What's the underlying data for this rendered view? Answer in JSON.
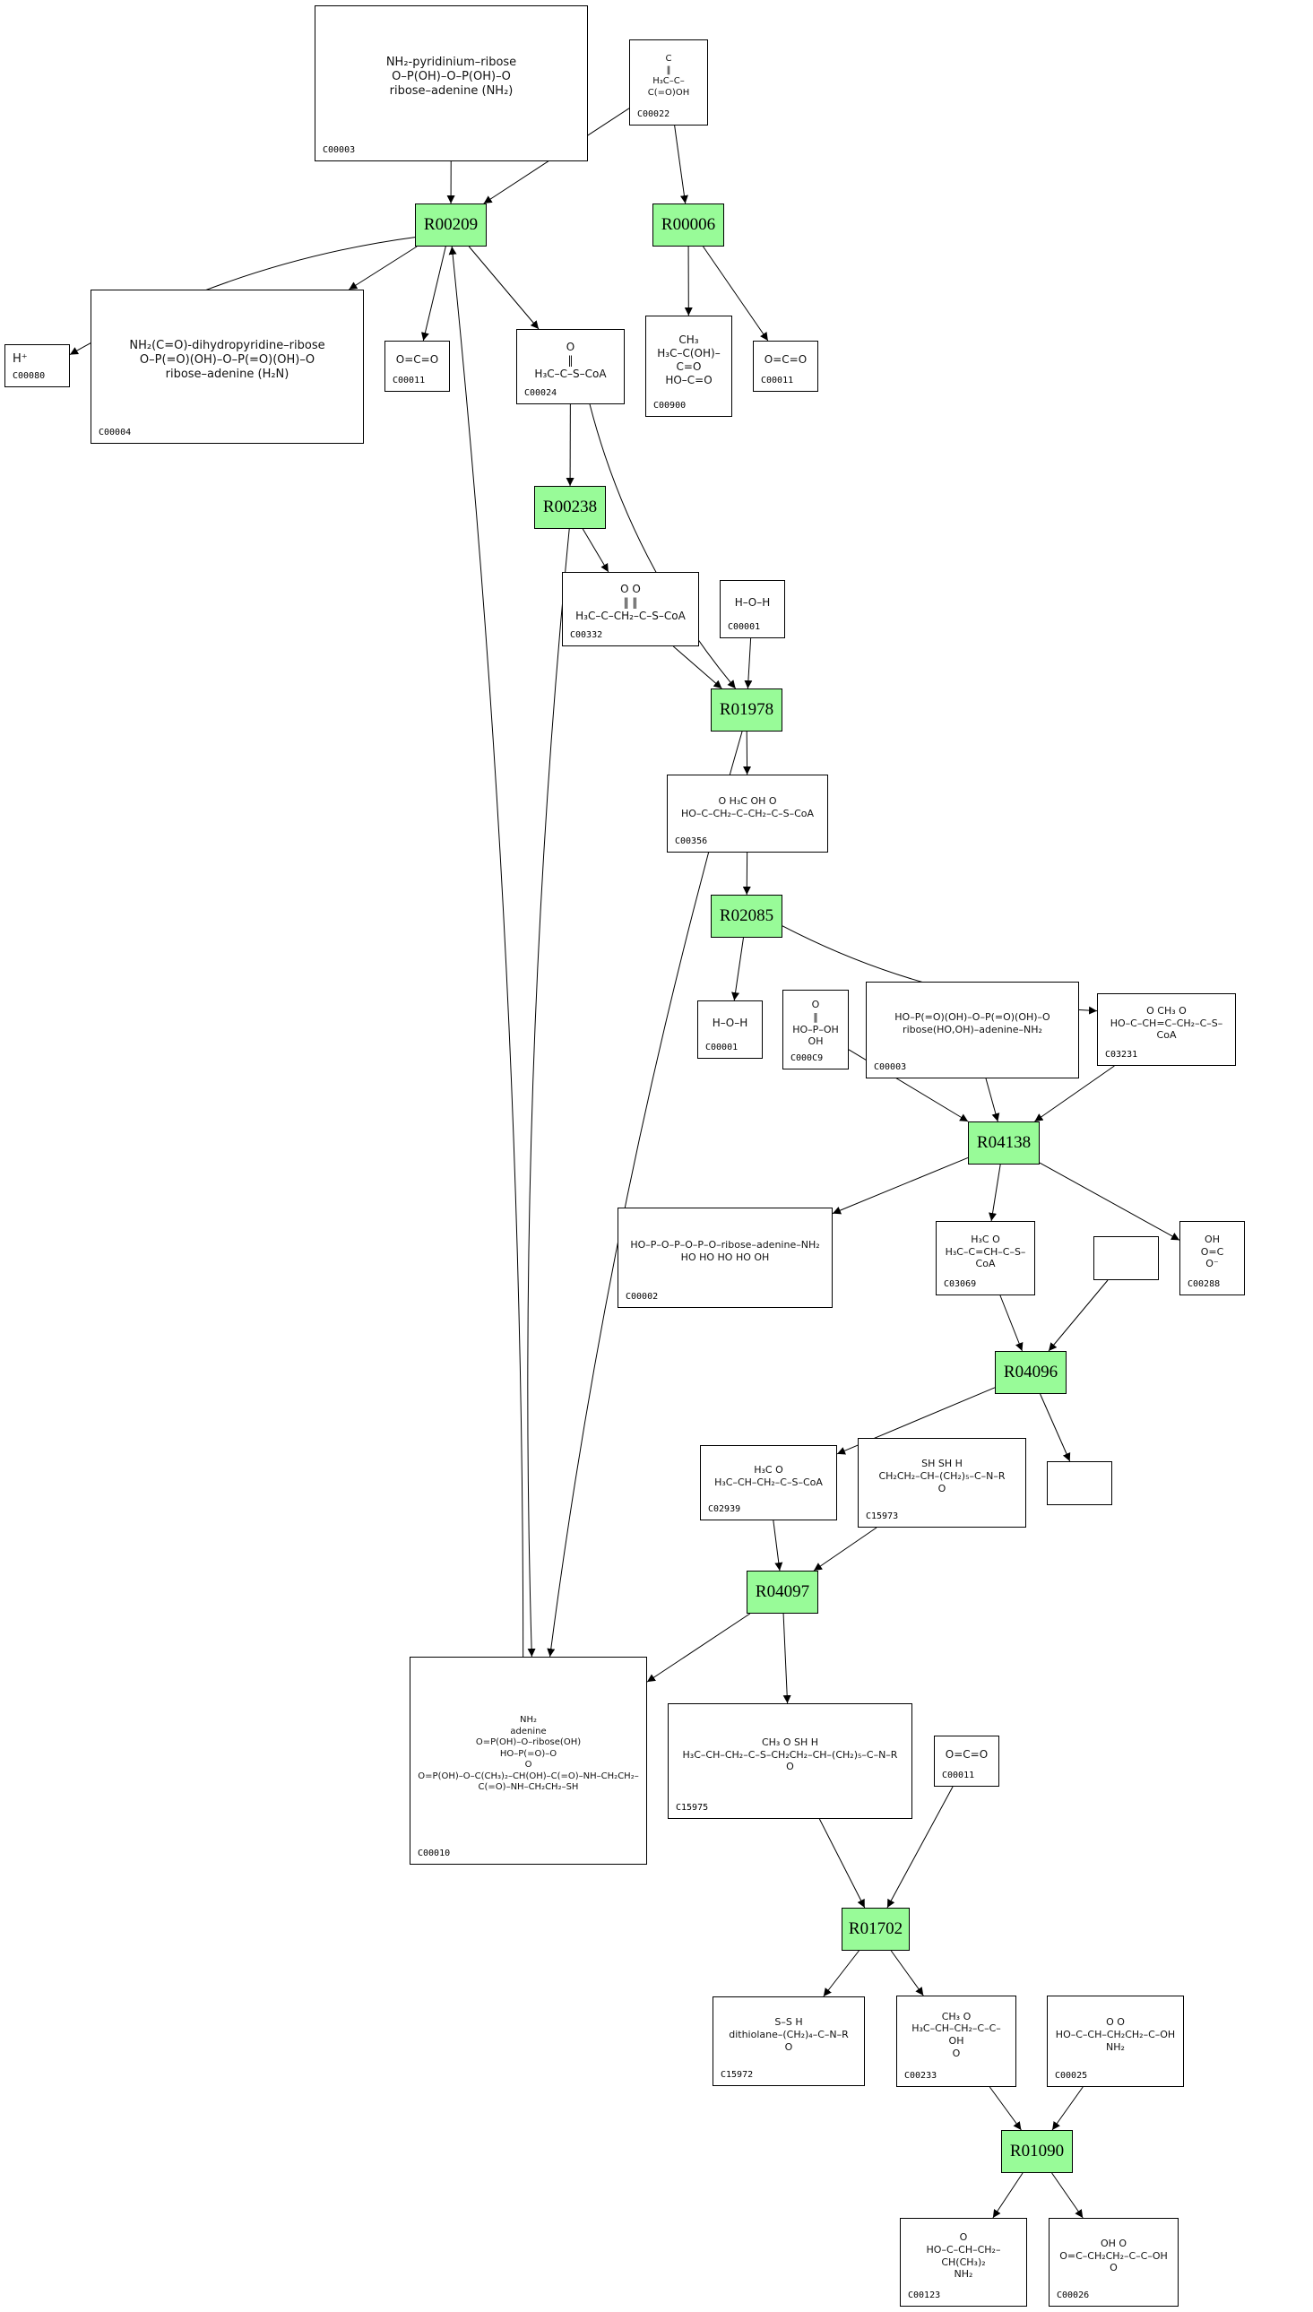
{
  "diagram": {
    "type": "metabolic reaction network",
    "reaction_color": "#98fb98",
    "reactions": [
      {
        "id": "R00209",
        "label": "R00209"
      },
      {
        "id": "R00006",
        "label": "R00006"
      },
      {
        "id": "R00238",
        "label": "R00238"
      },
      {
        "id": "R01978",
        "label": "R01978"
      },
      {
        "id": "R02085",
        "label": "R02085"
      },
      {
        "id": "R04138",
        "label": "R04138"
      },
      {
        "id": "R04096",
        "label": "R04096"
      },
      {
        "id": "R04097",
        "label": "R04097"
      },
      {
        "id": "R01702",
        "label": "R01702"
      },
      {
        "id": "R01090",
        "label": "R01090"
      }
    ],
    "compounds": [
      {
        "key": "c00003_top",
        "id": "C00003",
        "structure": "NAD+ (nicotinamide–ribose–P–P–ribose–adenine)"
      },
      {
        "key": "c00022",
        "id": "C00022",
        "structure": "H3C–C(=C)–COOH"
      },
      {
        "key": "c00080",
        "id": "C00080",
        "structure": "H+"
      },
      {
        "key": "c00004",
        "id": "C00004",
        "structure": "NADH (dihydronicotinamide–ribose–P–P–ribose–adenine)"
      },
      {
        "key": "c00011_a",
        "id": "C00011",
        "structure": "O=C=O"
      },
      {
        "key": "c00024",
        "id": "C00024",
        "structure": "H3C–C(=O)–S–CoA"
      },
      {
        "key": "c00900",
        "id": "C00900",
        "structure": "H3C–C(OH)–C(=O)CH3 + HO–C=O"
      },
      {
        "key": "c00011_b",
        "id": "C00011",
        "structure": "O=C=O"
      },
      {
        "key": "c00332",
        "id": "C00332",
        "structure": "H3C–CO–CH2–CO–S–CoA"
      },
      {
        "key": "c00001_a",
        "id": "C00001",
        "structure": "H–O–H"
      },
      {
        "key": "c00356",
        "id": "C00356",
        "structure": "HOOC–CH2–C(CH3)(OH)–CH2–CO–S–CoA"
      },
      {
        "key": "c00001_b",
        "id": "C00001",
        "structure": "H–O–H"
      },
      {
        "key": "c00009",
        "id": "C000C9",
        "structure": "HO–P(=O)(OH)–OH"
      },
      {
        "key": "c00003_mid",
        "id": "C00003",
        "structure": "ADP (HO–P–O–P–O–ribose–adenine)"
      },
      {
        "key": "c03231",
        "id": "C03231",
        "structure": "HOOC–CH=C(CH3)–CH2–CO–S–CoA"
      },
      {
        "key": "c00002",
        "id": "C00002",
        "structure": "ATP (HO–P–O–P–O–P–O–ribose–adenine)"
      },
      {
        "key": "c03069",
        "id": "C03069",
        "structure": "(H3C)2C=CH–CO–S–CoA"
      },
      {
        "key": "c00288",
        "id": "C00288",
        "structure": "O=C(OH)–O⁻"
      },
      {
        "key": "c02939",
        "id": "C02939",
        "structure": "(H3C)2CH–CH2–CO–S–CoA"
      },
      {
        "key": "c15973",
        "id": "C15973",
        "structure": "HS–CH2CH2–CH(SH)–(CH2)5–CO–NH–R"
      },
      {
        "key": "c00010",
        "id": "C00010",
        "structure": "CoA (adenosine 3'-phosphate 5'-diphosphate–pantetheine–SH)"
      },
      {
        "key": "c15975",
        "id": "C15975",
        "structure": "(CH3)2CH–CH2–CO–S–CH2CH2–CH(SH)–(CH2)5–CO–NH–R"
      },
      {
        "key": "c00011_c",
        "id": "C00011",
        "structure": "O=C=O"
      },
      {
        "key": "c15972",
        "id": "C15972",
        "structure": "dithiolane–(CH2)4–CO–NH–R"
      },
      {
        "key": "c00233",
        "id": "C00233",
        "structure": "(CH3)2CH–CH2–CO–COOH"
      },
      {
        "key": "c00025",
        "id": "C00025",
        "structure": "HOOC–CH(NH2)–CH2CH2–COOH"
      },
      {
        "key": "c00123",
        "id": "C00123",
        "structure": "HOOC–CH(NH2)–CH2–CH(CH3)2"
      },
      {
        "key": "c00026",
        "id": "C00026",
        "structure": "HOOC–CH2CH2–CO–COOH"
      }
    ],
    "unlabeled_nodes": [
      "blank_a",
      "blank_b"
    ],
    "formulas": {
      "c00003_top": "NH₂-pyridinium–ribose\nO–P(OH)–O–P(OH)–O\nribose–adenine (NH₂)",
      "c00022": "C\n‖\nH₃C–C–C(=O)OH",
      "c00080": "H⁺",
      "c00004": "NH₂(C=O)-dihydropyridine–ribose\nO–P(=O)(OH)–O–P(=O)(OH)–O\nribose–adenine (H₂N)",
      "c00011": "O=C=O",
      "c00024": "O\n‖\nH₃C–C–S–CoA",
      "c00900": "CH₃\nH₃C–C(OH)–C=O\nHO–C=O",
      "c00332": "O    O\n‖    ‖\nH₃C–C–CH₂–C–S–CoA",
      "c00001": "H–O–H",
      "c00356": "O  H₃C OH  O\nHO–C–CH₂–C–CH₂–C–S–CoA",
      "c00009": "O\n‖\nHO–P–OH\nOH",
      "c00003_mid": "HO–P(=O)(OH)–O–P(=O)(OH)–O\nribose(HO,OH)–adenine–NH₂",
      "c03231": "O   CH₃   O\nHO–C–CH=C–CH₂–C–S–CoA",
      "c00002": "HO–P–O–P–O–P–O–ribose–adenine–NH₂\nHO  HO  HO    HO  OH",
      "c03069": "H₃C      O\nH₃C–C=CH–C–S–CoA",
      "c00288": "OH\nO=C\nO⁻",
      "c02939": "H₃C       O\nH₃C–CH–CH₂–C–S–CoA",
      "c15973": "SH   SH          H\nCH₂CH₂–CH–(CH₂)₅–C–N–R\n                 O",
      "c00010": "NH₂\nadenine\nO=P(OH)–O–ribose(OH)\nHO–P(=O)–O\nO\nO=P(OH)–O–C(CH₃)₂–CH(OH)–C(=O)–NH–CH₂CH₂–C(=O)–NH–CH₂CH₂–SH",
      "c15975": "CH₃  O       SH           H\nH₃C–CH–CH₂–C–S–CH₂CH₂–CH–(CH₂)₅–C–N–R\n                           O",
      "c15972": "S–S                    H\ndithiolane–(CH₂)₄–C–N–R\n                   O",
      "c00233": "CH₃  O\nH₃C–CH–CH₂–C–C–OH\n           O",
      "c00025": "O            O\nHO–C–CH–CH₂CH₂–C–OH\n     NH₂",
      "c00123": "O\nHO–C–CH–CH₂–CH(CH₃)₂\n     NH₂",
      "c00026": "OH         O\nO=C–CH₂CH₂–C–C–OH\n           O"
    },
    "edges": [
      [
        "c00003_top",
        "R00209"
      ],
      [
        "c00022",
        "R00209"
      ],
      [
        "c00022",
        "R00006"
      ],
      [
        "R00209",
        "c00080"
      ],
      [
        "R00209",
        "c00004"
      ],
      [
        "R00209",
        "c00011_a"
      ],
      [
        "R00209",
        "c00024"
      ],
      [
        "R00006",
        "c00900"
      ],
      [
        "R00006",
        "c00011_b"
      ],
      [
        "c00024",
        "R00238"
      ],
      [
        "c00024",
        "R01978"
      ],
      [
        "R00238",
        "c00332"
      ],
      [
        "R00238",
        "c00010"
      ],
      [
        "c00332",
        "R01978"
      ],
      [
        "c00001_a",
        "R01978"
      ],
      [
        "R01978",
        "c00356"
      ],
      [
        "R01978",
        "c00010"
      ],
      [
        "c00356",
        "R02085"
      ],
      [
        "R02085",
        "c00001_b"
      ],
      [
        "R02085",
        "c03231"
      ],
      [
        "c00009",
        "R04138"
      ],
      [
        "c00003_mid",
        "R04138"
      ],
      [
        "c03231",
        "R04138"
      ],
      [
        "R04138",
        "c00002"
      ],
      [
        "R04138",
        "c03069"
      ],
      [
        "R04138",
        "c00288"
      ],
      [
        "c03069",
        "R04096"
      ],
      [
        "blank_a",
        "R04096"
      ],
      [
        "R04096",
        "c02939"
      ],
      [
        "R04096",
        "blank_b"
      ],
      [
        "c02939",
        "R04097"
      ],
      [
        "c15973",
        "R04097"
      ],
      [
        "R04097",
        "c00010"
      ],
      [
        "R04097",
        "c15975"
      ],
      [
        "c00010",
        "R00209"
      ],
      [
        "c15975",
        "R01702"
      ],
      [
        "c00011_c",
        "R01702"
      ],
      [
        "R01702",
        "c15972"
      ],
      [
        "R01702",
        "c00233"
      ],
      [
        "c00233",
        "R01090"
      ],
      [
        "c00025",
        "R01090"
      ],
      [
        "R01090",
        "c00123"
      ],
      [
        "R01090",
        "c00026"
      ]
    ]
  }
}
